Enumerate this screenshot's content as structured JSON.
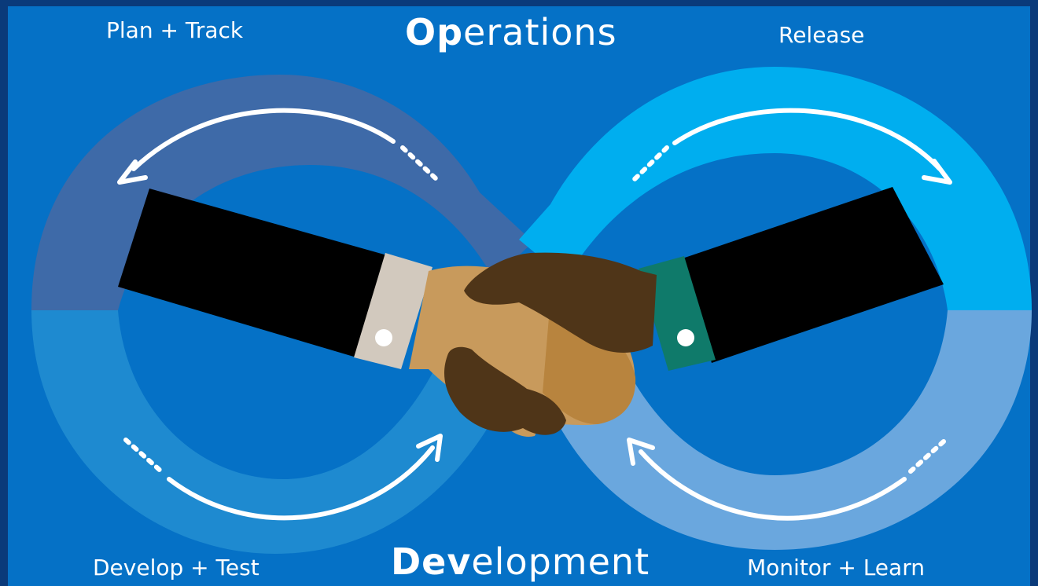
{
  "stages": {
    "plan": "Plan + Track",
    "release": "Release",
    "develop": "Develop + Test",
    "monitor": "Monitor + Learn"
  },
  "titles": {
    "ops_bold": "Op",
    "ops_rest": "erations",
    "dev_bold": "Dev",
    "dev_rest": "elopment"
  },
  "colors": {
    "background": "#0571c6",
    "loop_top_left": "#3e6aa8",
    "loop_bottom_left": "#1e8ad0",
    "loop_top_right": "#00aeef",
    "loop_bottom_right": "#6aa7de",
    "sleeve": "#000000",
    "cuff_left": "#d2c9be",
    "cuff_right": "#0f7a6a",
    "hand_left": "#c89a5c",
    "hand_right": "#4f3518"
  }
}
